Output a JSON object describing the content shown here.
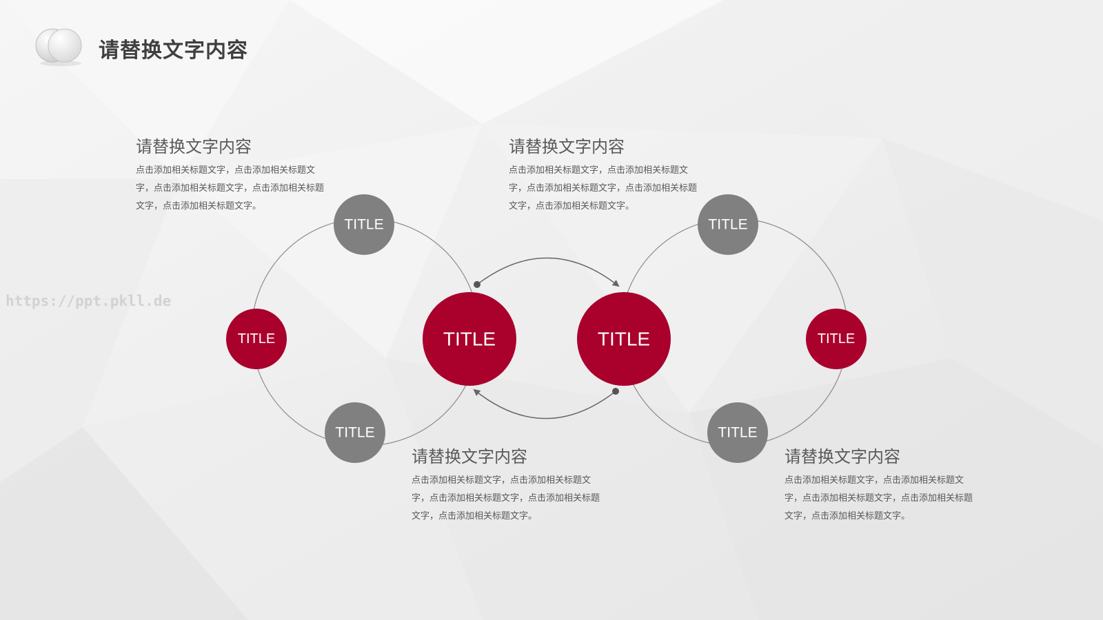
{
  "page": {
    "title": "请替换文字内容",
    "watermark": "https://ppt.pkll.de"
  },
  "colors": {
    "accent_red": "#a9002c",
    "node_gray": "#808080",
    "connector": "#8c8c8c",
    "heading": "#3f3f3f",
    "body_text": "#595959"
  },
  "icons": {
    "logo": "overlapping-circles-logo",
    "arrow": "curved-arrow"
  },
  "diagram": {
    "center_left": {
      "label": "TITLE"
    },
    "center_right": {
      "label": "TITLE"
    },
    "left_top": {
      "label": "TITLE"
    },
    "left_side": {
      "label": "TITLE"
    },
    "left_bottom": {
      "label": "TITLE"
    },
    "right_top": {
      "label": "TITLE"
    },
    "right_side": {
      "label": "TITLE"
    },
    "right_bottom": {
      "label": "TITLE"
    }
  },
  "text_blocks": [
    {
      "heading": "请替换文字内容",
      "body": "点击添加相关标题文字，点击添加相关标题文字，点击添加相关标题文字，点击添加相关标题文字，点击添加相关标题文字。"
    },
    {
      "heading": "请替换文字内容",
      "body": "点击添加相关标题文字，点击添加相关标题文字，点击添加相关标题文字，点击添加相关标题文字，点击添加相关标题文字。"
    },
    {
      "heading": "请替换文字内容",
      "body": "点击添加相关标题文字，点击添加相关标题文字，点击添加相关标题文字，点击添加相关标题文字，点击添加相关标题文字。"
    },
    {
      "heading": "请替换文字内容",
      "body": "点击添加相关标题文字，点击添加相关标题文字，点击添加相关标题文字，点击添加相关标题文字，点击添加相关标题文字。"
    }
  ]
}
